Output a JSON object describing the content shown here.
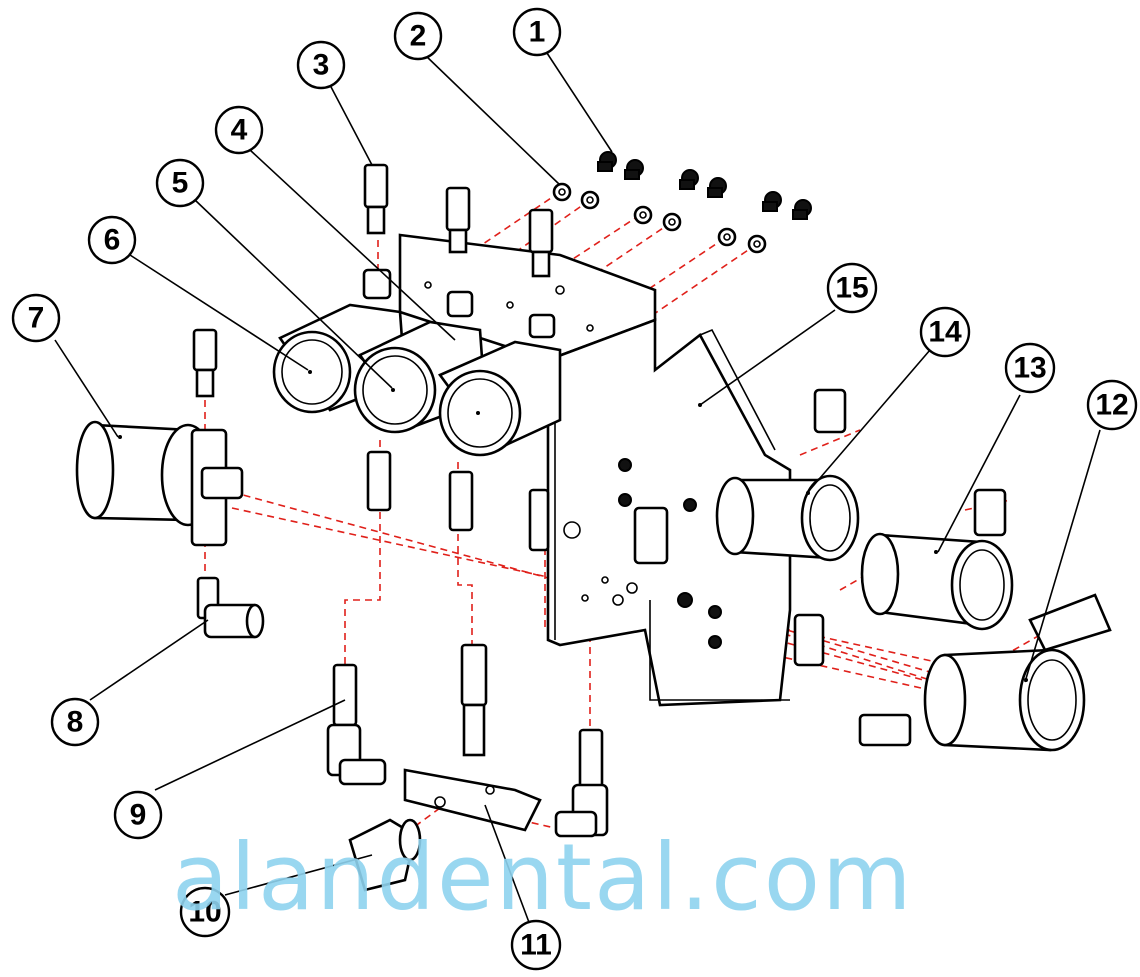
{
  "callouts": [
    {
      "label": "1"
    },
    {
      "label": "2"
    },
    {
      "label": "3"
    },
    {
      "label": "4"
    },
    {
      "label": "5"
    },
    {
      "label": "6"
    },
    {
      "label": "7"
    },
    {
      "label": "8"
    },
    {
      "label": "9"
    },
    {
      "label": "10"
    },
    {
      "label": "11"
    },
    {
      "label": "12"
    },
    {
      "label": "13"
    },
    {
      "label": "14"
    },
    {
      "label": "15"
    }
  ],
  "watermark": {
    "text": "alandental.com"
  },
  "colors": {
    "line": "#000000",
    "assembly_dash": "#e0201a",
    "watermark": "#8fd3ef"
  }
}
